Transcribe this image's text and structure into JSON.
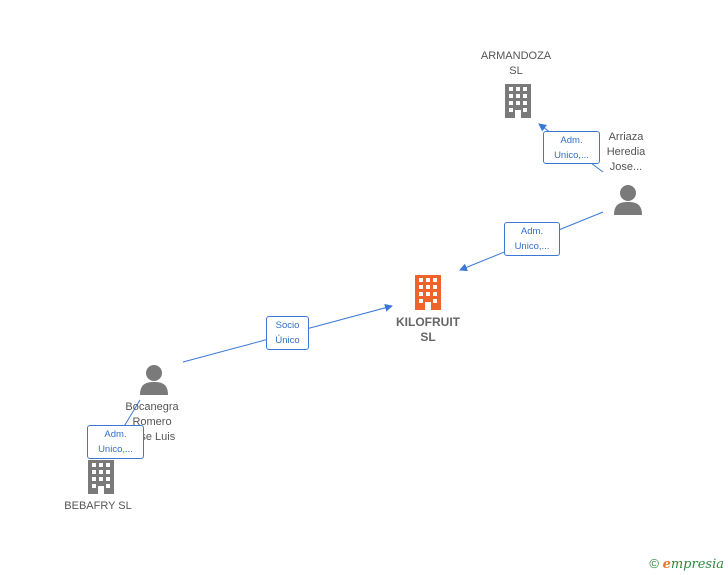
{
  "nodes": {
    "armandoza": {
      "label": "ARMANDOZA\nSL",
      "type": "company"
    },
    "arriaza": {
      "label": "Arriaza\nHeredia\nJose...",
      "type": "person"
    },
    "kilofruit": {
      "label": "KILOFRUIT\nSL",
      "type": "company",
      "highlight": true
    },
    "bocanegra": {
      "label": "Bocanegra\nRomero\nJose Luis",
      "type": "person"
    },
    "bebafry": {
      "label": "BEBAFRY  SL",
      "type": "company"
    }
  },
  "edges": {
    "arriaza_armandoza": {
      "label": "Adm.\nUnico,..."
    },
    "arriaza_kilofruit": {
      "label": "Adm.\nUnico,..."
    },
    "bocanegra_kilofruit": {
      "label": "Socio\nÚnico"
    },
    "bocanegra_bebafry": {
      "label": "Adm.\nUnico,..."
    }
  },
  "footer": {
    "copyright": "©",
    "brand_first": "e",
    "brand_rest": "mpresia"
  },
  "colors": {
    "company": "#7a7a7a",
    "highlight": "#f0642c",
    "person": "#7a7a7a",
    "edge": "#3a78d4"
  }
}
